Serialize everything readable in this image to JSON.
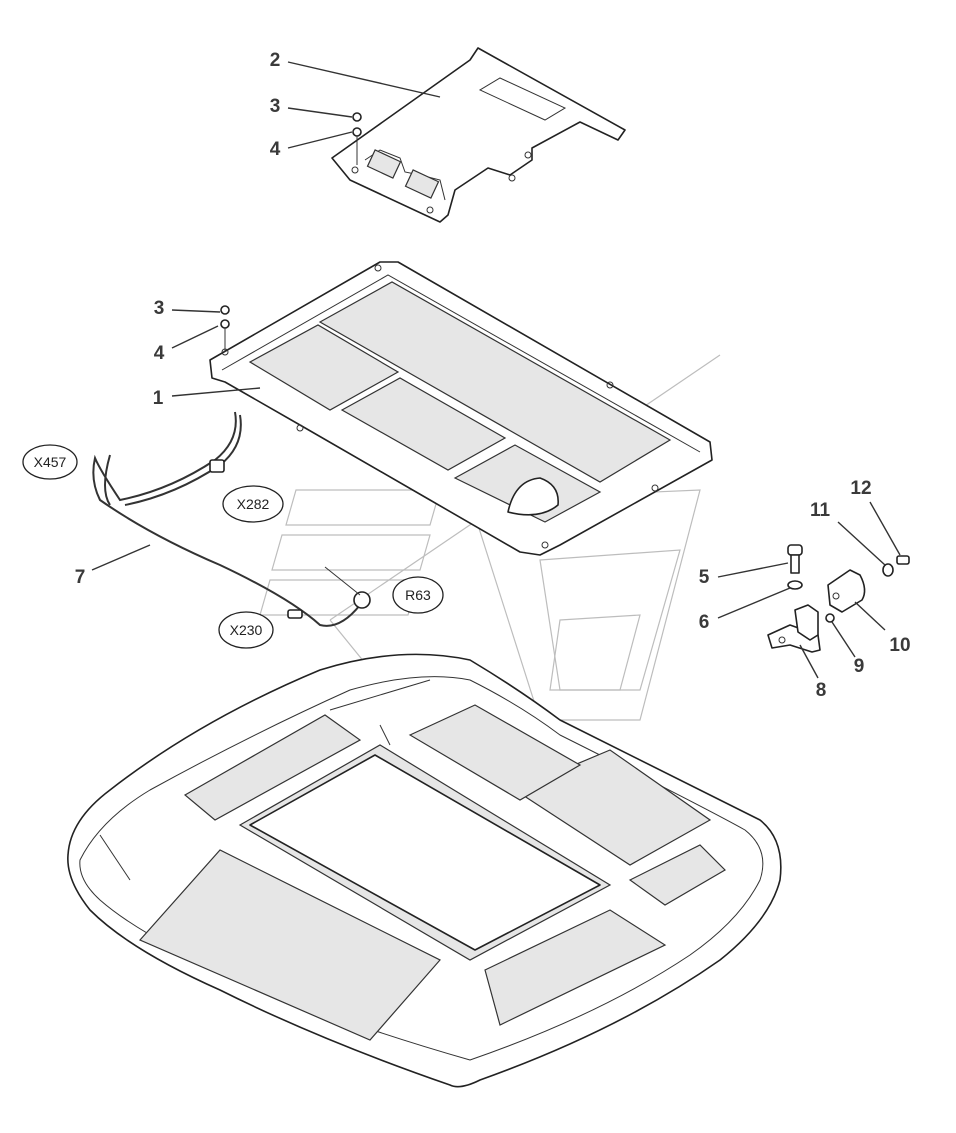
{
  "callouts": {
    "c1": "1",
    "c2": "2",
    "c3a": "3",
    "c3b": "3",
    "c4a": "4",
    "c4b": "4",
    "c5": "5",
    "c6": "6",
    "c7": "7",
    "c8": "8",
    "c9": "9",
    "c10": "10",
    "c11": "11",
    "c12": "12"
  },
  "connectors": {
    "x457": "X457",
    "x282": "X282",
    "r63": "R63",
    "x230": "X230"
  },
  "colors": {
    "line": "#222222",
    "label": "#3a3a3a",
    "panel_fill": "#e6e6e6",
    "watermark": "#bdbdbd"
  }
}
